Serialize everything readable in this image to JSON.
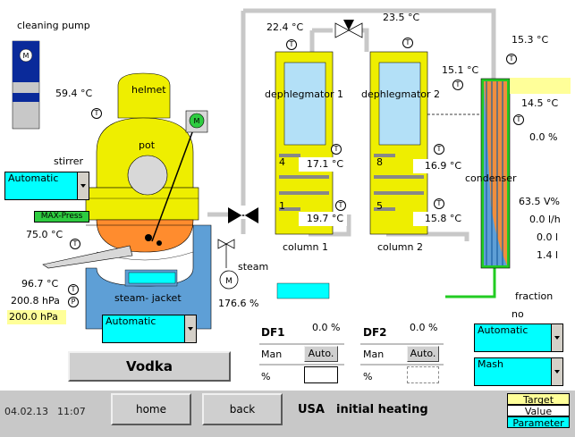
{
  "cleaning_pump": {
    "label": "cleaning pump"
  },
  "helmet": {
    "label": "helmet",
    "temperature": "59.4  °C"
  },
  "pot": {
    "label": "pot",
    "temperature": "75.0  °C",
    "stirrer_label": "stirrer",
    "stirrer_mode": "Automatic",
    "max_press_label": "MAX-Press"
  },
  "steam_jacket": {
    "label": "steam- jacket",
    "temperature": "96.7  °C",
    "pressure": "200.8  hPa",
    "pressure_target": "200.0  hPa",
    "mode": "Automatic"
  },
  "steam": {
    "label": "steam",
    "valve_percent": "176.6  %"
  },
  "product_button": {
    "label": "Vodka"
  },
  "dephlegmator1": {
    "label": "dephlegmator 1",
    "temperature": "22.4  °C"
  },
  "dephlegmator2": {
    "label": "dephlegmator 2",
    "temperature": "23.5  °C"
  },
  "column1": {
    "label": "column 1",
    "tray_upper_num": "4",
    "tray_upper_temp": "17.1  °C",
    "tray_lower_num": "1",
    "tray_lower_temp": "19.7  °C"
  },
  "column2": {
    "label": "column 2",
    "tray_upper_num": "8",
    "tray_upper_temp": "16.9  °C",
    "tray_lower_num": "5",
    "tray_lower_temp": "15.8  °C"
  },
  "condenser": {
    "label": "condenser",
    "top_temp": "15.3  °C",
    "inlet_temp": "15.1  °C",
    "outlet_temp": "14.5  °C",
    "percent": "0.0  %",
    "alcohol": "63.5  V%",
    "flow": "0.0  l/h",
    "volume1": "0.0  l",
    "volume2": "1.4  l"
  },
  "fraction": {
    "label": "fraction",
    "value": "no",
    "mode": "Automatic",
    "type": "Mash"
  },
  "df1": {
    "label": "DF1",
    "value": "0.0  %",
    "man_label": "Man",
    "auto_label": "Auto.",
    "pct_label": "%"
  },
  "df2": {
    "label": "DF2",
    "value": "0.0  %",
    "man_label": "Man",
    "auto_label": "Auto.",
    "pct_label": "%"
  },
  "status": {
    "date": "04.02.13",
    "time": "11:07",
    "home_label": "home",
    "back_label": "back",
    "country": "USA",
    "process_state": "initial heating"
  },
  "legend": {
    "target": "Target",
    "value": "Value",
    "parameter": "Parameter"
  },
  "colors": {
    "vessel": "#eeee00",
    "pipe": "#c8c8c8",
    "window": "#b3e0f7",
    "cyan": "#00ffff",
    "heat": "#ff8c2e",
    "jacket": "#5e9fd6"
  }
}
